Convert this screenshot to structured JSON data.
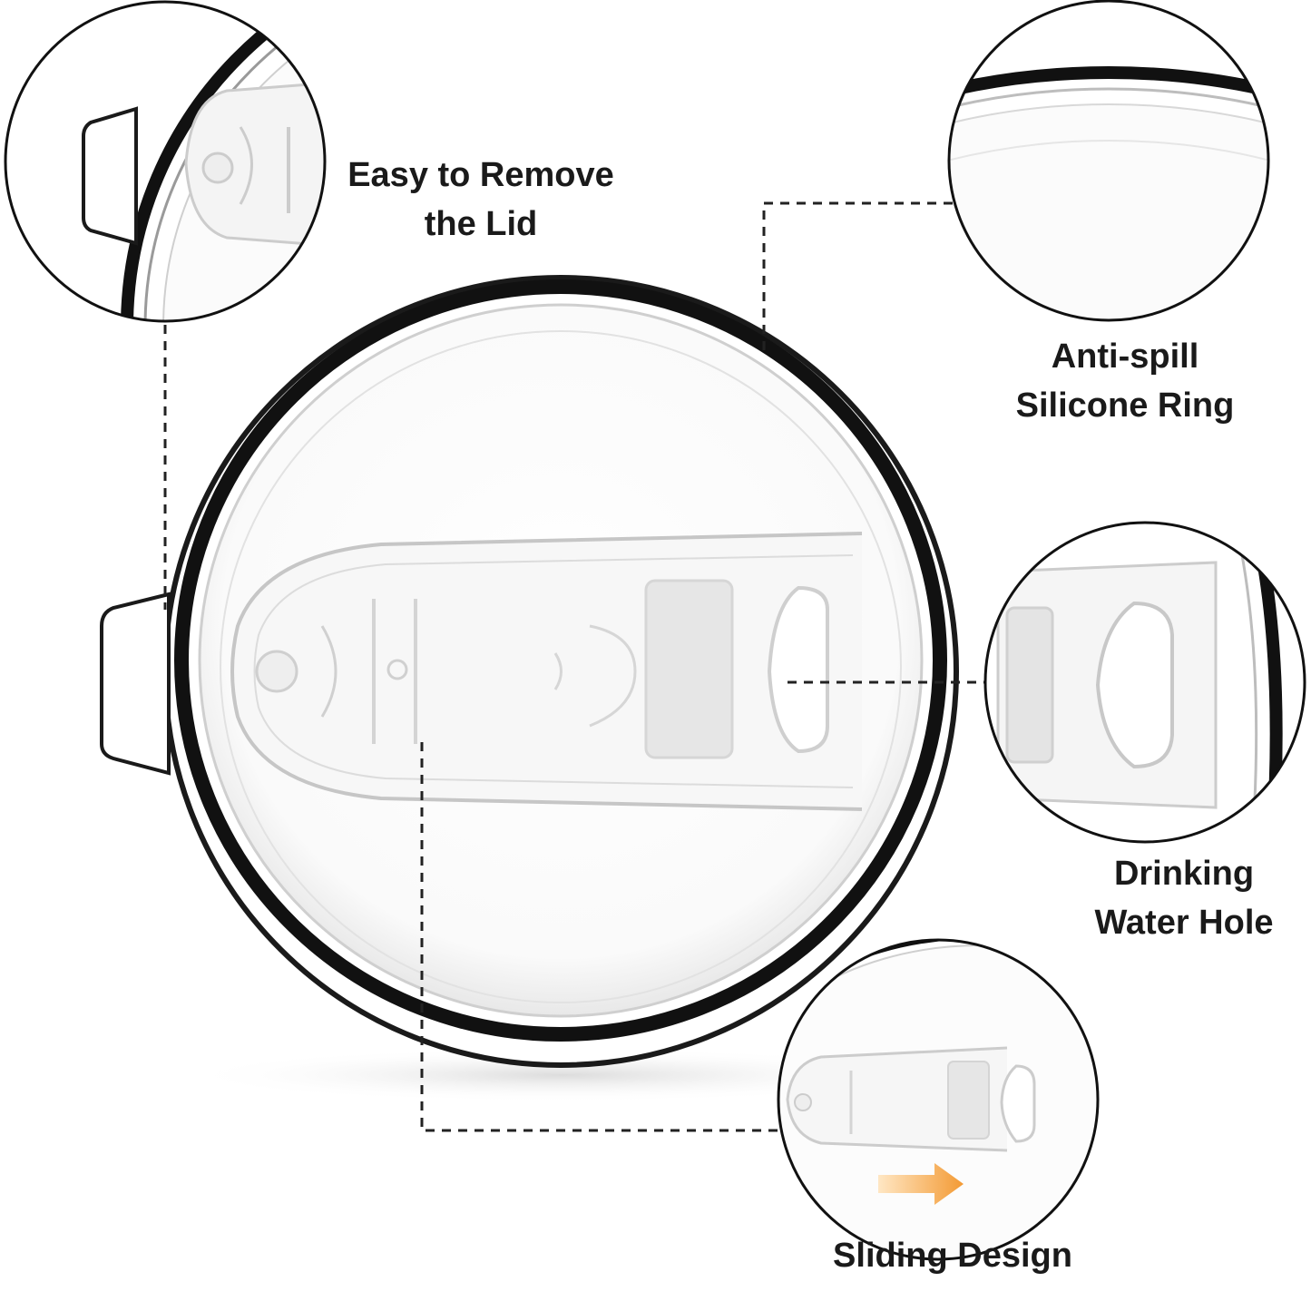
{
  "callouts": {
    "remove_lid": {
      "line1": "Easy to Remove",
      "line2": "the Lid"
    },
    "silicone_ring": {
      "line1": "Anti-spill",
      "line2": "Silicone Ring"
    },
    "water_hole": {
      "line1": "Drinking",
      "line2": "Water Hole"
    },
    "sliding": {
      "line1": "Sliding Design"
    }
  },
  "colors": {
    "background": "#ffffff",
    "ring": "#111111",
    "lid": "#f2f2f2",
    "lid_edge": "#c9c9c9",
    "arrow": "#f5a443",
    "text": "#1a1a1a"
  },
  "icons": {
    "arrow": "arrow-right-icon"
  }
}
